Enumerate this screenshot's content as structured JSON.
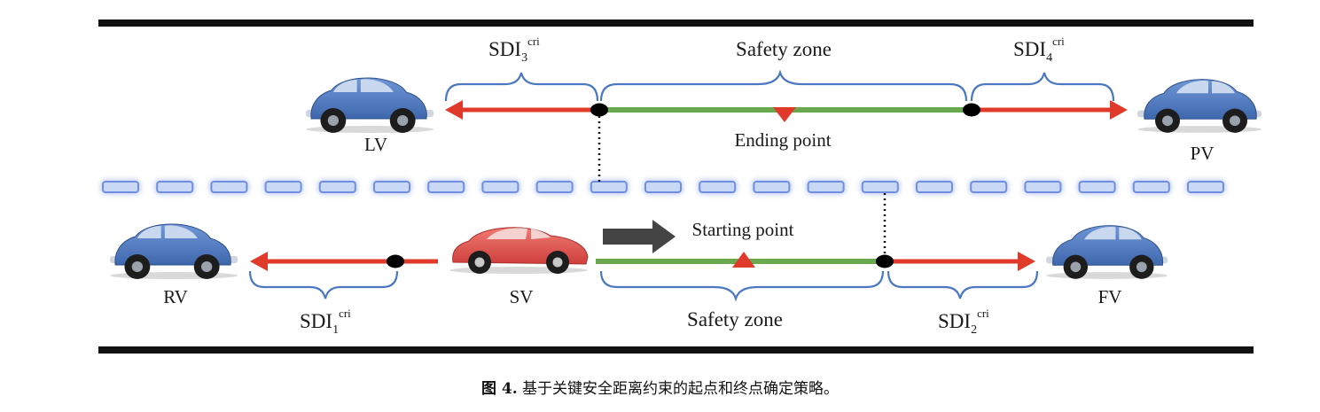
{
  "labels": {
    "lv": "LV",
    "pv": "PV",
    "rv": "RV",
    "sv": "SV",
    "fv": "FV",
    "safety_zone_top": "Safety zone",
    "safety_zone_bottom": "Safety zone",
    "ending_point": "Ending point",
    "starting_point": "Starting point",
    "sdi_base": "SDI",
    "sdi_sup": "cri",
    "sdi1_sub": "1",
    "sdi2_sub": "2",
    "sdi3_sub": "3",
    "sdi4_sub": "4"
  },
  "caption": {
    "number": "图 4.",
    "text": "基于关键安全距离约束的起点和终点确定策略。"
  },
  "colors": {
    "road_edge": "#111111",
    "safety_zone": "#6aa84f",
    "sdi_arrow": "#e03a2a",
    "brace": "#4a78c2",
    "lane_dash": "#c9d8f5",
    "lane_glow": "#6f8fe0",
    "vehicle_blue": "#4f79bf",
    "vehicle_red": "#e05a5a",
    "direction_arrow": "#3d3d3d",
    "marker": "#e03a2a"
  }
}
